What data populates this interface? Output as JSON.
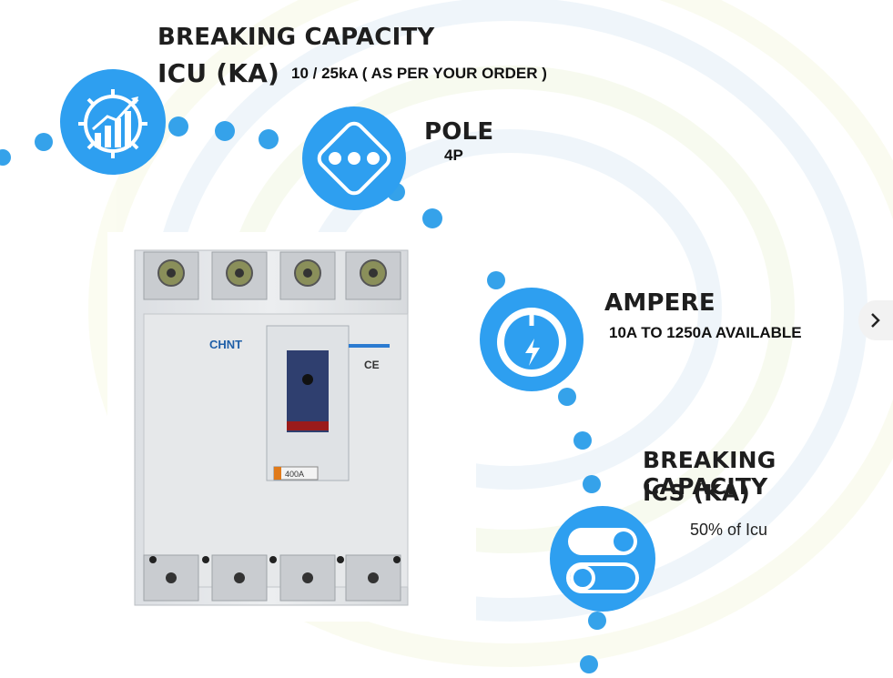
{
  "features": [
    {
      "title_line1": "BREAKING CAPACITY",
      "title_line2": "ICU (KA)",
      "detail": "10 / 25kA ( AS PER YOUR ORDER )",
      "icon": "gear-growth-chart-icon"
    },
    {
      "title": "POLE",
      "detail": "4P",
      "icon": "ellipsis-icon"
    },
    {
      "title": "AMPERE",
      "detail": "10A TO 1250A  AVAILABLE",
      "icon": "speedometer-bolt-icon"
    },
    {
      "title_line1": "BREAKING CAPACITY",
      "title_line2": "ICS (KA)",
      "detail": "50% of Icu",
      "icon": "toggle-switch-icon"
    }
  ],
  "product": {
    "brand": "CHNT",
    "rating_label": "400A",
    "ce_mark": "CE",
    "icon": "circuit-breaker-image"
  },
  "navigation": {
    "next_icon": "chevron-right-icon"
  },
  "colors": {
    "accent": "#2e9ff0",
    "text": "#1e1e1e"
  }
}
